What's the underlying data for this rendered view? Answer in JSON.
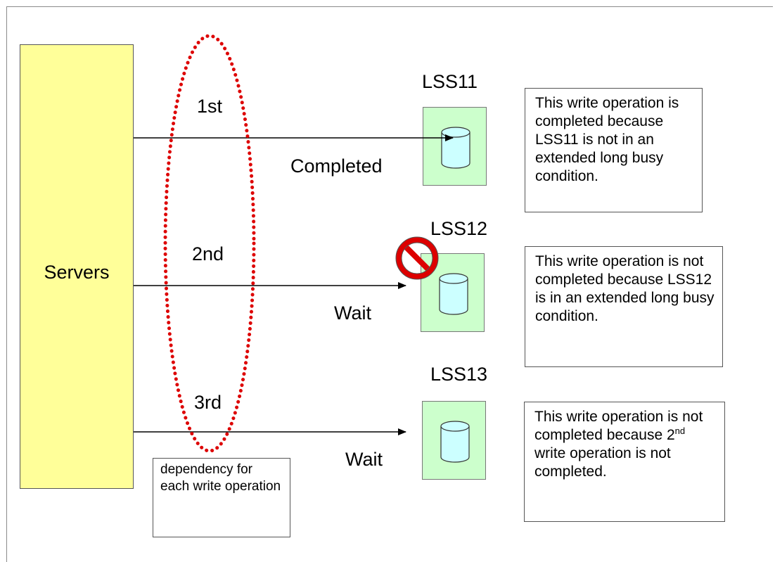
{
  "servers": {
    "label": "Servers"
  },
  "writes": [
    {
      "order": "1st",
      "status": "Completed",
      "lss": "LSS11",
      "note": "This write operation is completed because LSS11 is not in an extended long busy condition."
    },
    {
      "order": "2nd",
      "status": "Wait",
      "lss": "LSS12",
      "note": "This write operation is not completed because LSS12 is in an extended long busy condition."
    },
    {
      "order": "3rd",
      "status": "Wait",
      "lss": "LSS13",
      "note_before_sup": "This write operation is not completed because 2",
      "note_sup": "nd",
      "note_after_sup": " write operation is not completed."
    }
  ],
  "dependency_label": "dependency for each write operation",
  "colors": {
    "servers_fill": "#ffff99",
    "lss_fill": "#ccffcc",
    "disk_fill": "#ccffff",
    "ellipse_dots": "#dd0000",
    "no_entry": "#dd0000"
  },
  "icons": {
    "blocked": "no-entry-icon",
    "volume": "disk-cylinder-icon"
  }
}
